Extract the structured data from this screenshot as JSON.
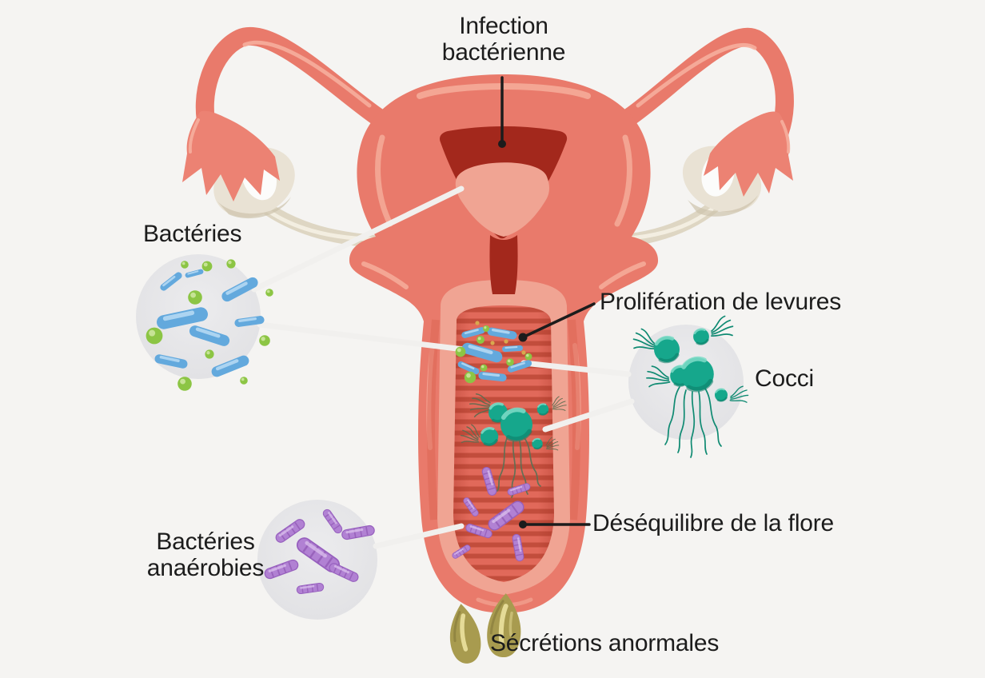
{
  "callouts": {
    "infection": {
      "label": "Infection\nbactérienne"
    },
    "bacteries": {
      "label": "Bactéries"
    },
    "proliferation": {
      "label": "Prolifération de levures"
    },
    "cocci": {
      "label": "Cocci"
    },
    "desequilibre": {
      "label": "Déséquilibre de la flore"
    },
    "anaerobies": {
      "label": "Bactéries\nanaérobies"
    },
    "secretions": {
      "label": "Sécrétions anormales"
    }
  },
  "colors": {
    "background": "#f5f4f2",
    "uterus_coral": "#e97a6b",
    "uterus_highlight": "#f5ab99",
    "cavity_dark_red": "#a3281c",
    "inner_wall_salmon": "#f0a493",
    "rugae_stripe": "#c24d3c",
    "rugae_gap": "#e1695a",
    "ovary_beige": "#e9e2d4",
    "ligament_beige": "#ded6c3",
    "bacteria_blue": "#63a9dd",
    "cocci_green": "#8cc544",
    "cocci_teal": "#16a78c",
    "anaerobe_purple": "#b181d3",
    "secretion_olive": "#a89b4f",
    "magnifier_gray": "#e5e4e6",
    "connector_white": "#f1f0ee",
    "pointer_black": "#1c1c1c"
  }
}
